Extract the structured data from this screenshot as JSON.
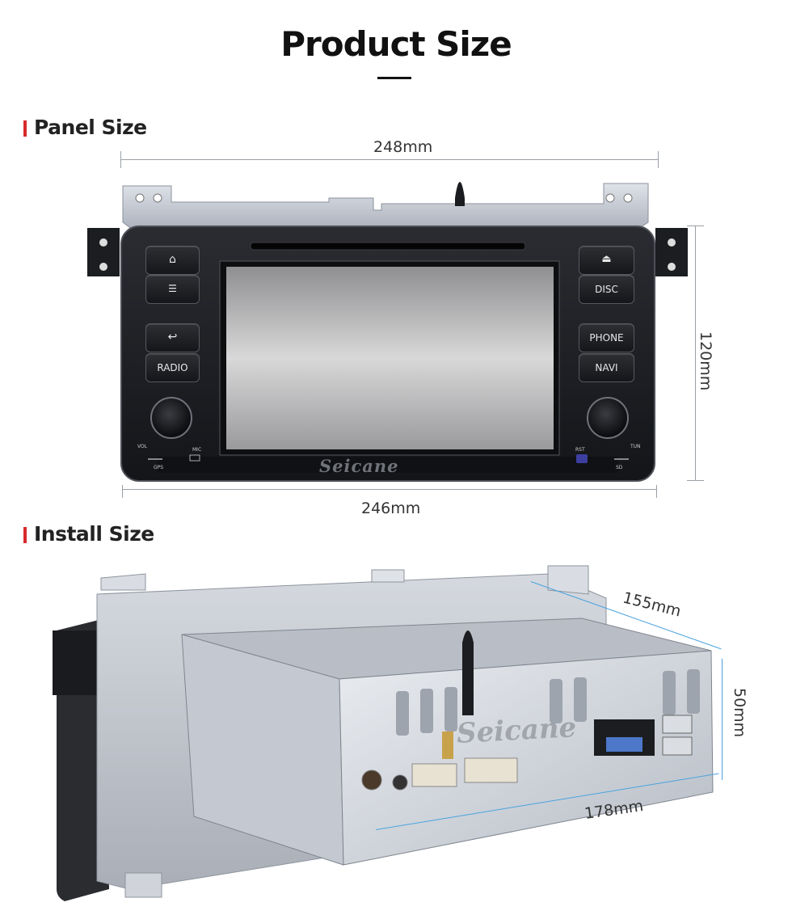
{
  "title": "Product Size",
  "sections": {
    "panel": {
      "heading": "Panel Size",
      "width_top": "248mm",
      "width_bottom": "246mm",
      "height": "120mm"
    },
    "install": {
      "heading": "Install Size",
      "depth": "155mm",
      "height": "50mm",
      "width": "178mm"
    }
  },
  "device": {
    "brand": "Seicane",
    "buttons": {
      "radio": "RADIO",
      "disc": "DISC",
      "phone": "PHONE",
      "navi": "NAVI"
    },
    "labels": {
      "vol": "VOL",
      "mic": "MIC",
      "rst": "RST",
      "tun": "TUN",
      "gps": "GPS",
      "sd": "SD"
    }
  },
  "colors": {
    "accent": "#d72a2a",
    "dimension_line": "#4aa3df"
  }
}
